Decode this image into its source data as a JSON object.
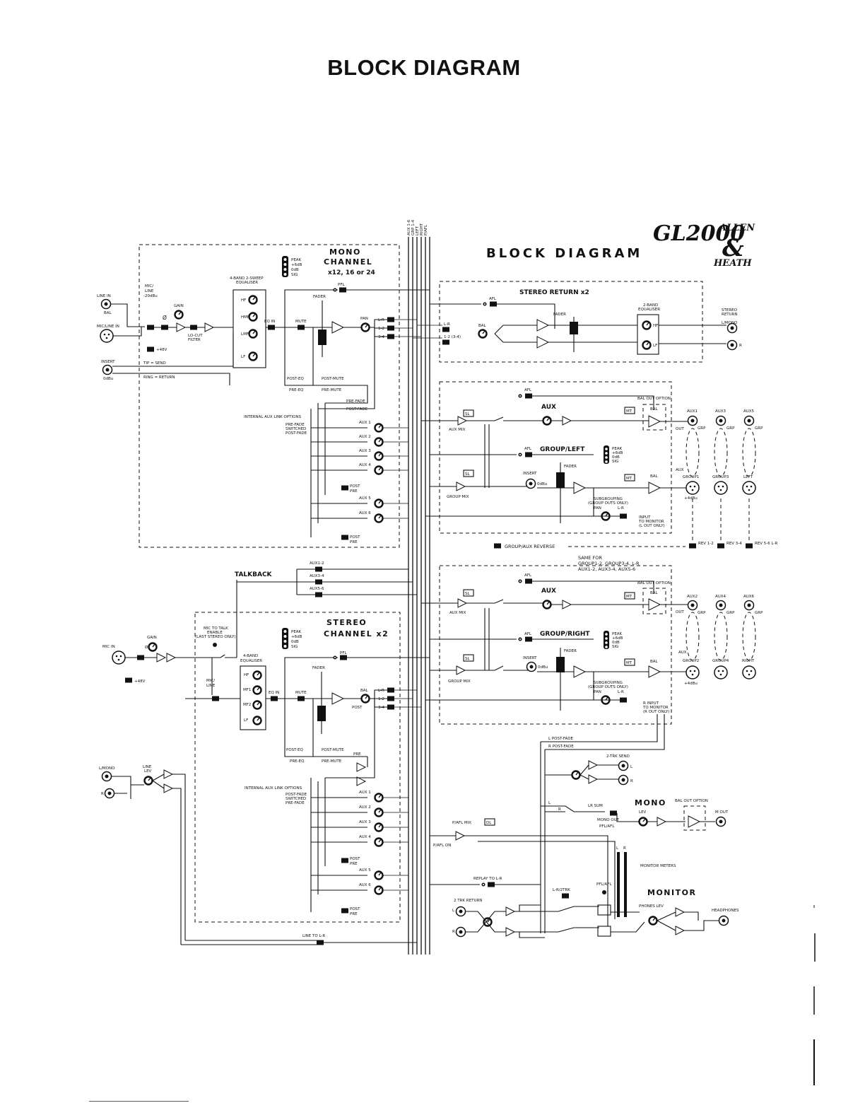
{
  "page_title": "BLOCK DIAGRAM",
  "header": {
    "diagram_title": "BLOCK DIAGRAM",
    "model": "GL2000",
    "brand_top": "ALLEN",
    "brand_amp": "&",
    "brand_bottom": "HEATH",
    "bus_labels": [
      "AUX 1-6",
      "GRP 1-4",
      "LEFT",
      "RIGHT",
      "P/AFL"
    ]
  },
  "mono_channel": {
    "title_line1": "MONO",
    "title_line2": "CHANNEL",
    "title_line3": "x12, 16 or 24",
    "line_in": "LINE IN",
    "bal": "BAL",
    "mic_line_in": "MIC/LINE IN",
    "mic_line": "MIC/",
    "line": "LINE",
    "minus20": "-20dBu",
    "gain": "GAIN",
    "phase": "Ø",
    "lo_cut": "LO-CUT",
    "filter": "FILTER",
    "phantom": "+48V",
    "insert": "INSERT",
    "insert_level": "0dBu",
    "tip_send": "TIP = SEND",
    "ring_return": "RING = RETURN",
    "eq_title": "4-BAND 2-SWEEP",
    "eq_sub": "EQUALISER",
    "eq_bands": [
      "HF",
      "HMF",
      "LMF",
      "LF"
    ],
    "eq_in": "EQ IN",
    "mute": "MUTE",
    "fader": "FADER",
    "pan": "PAN",
    "pfl": "PFL",
    "meter_labels": [
      "PEAK",
      "+6dB",
      "0dB",
      "SIG"
    ],
    "route_labels": [
      "L-R",
      "1-2",
      "3-4"
    ],
    "post_eq": "POST-EQ",
    "pre_eq": "PRE-EQ",
    "post_mute": "POST-MUTE",
    "pre_mute": "PRE-MUTE",
    "pre_fade": "PRE-FADE",
    "post_fade": "POST-FADE",
    "aux_link_title": "INTERNAL AUX LINK OPTIONS",
    "aux_link_1": "PRE-FADE",
    "aux_link_2": "SWITCHED",
    "aux_link_3": "POST-FADE",
    "aux_labels": [
      "AUX 1",
      "AUX 2",
      "AUX 3",
      "AUX 4",
      "AUX 5",
      "AUX 6"
    ],
    "post": "POST",
    "pre": "PRE"
  },
  "talkback": {
    "title": "TALKBACK",
    "aux_pairs": [
      "AUX1-2",
      "AUX3-4",
      "AUX5-6"
    ],
    "mic_in": "MIC IN",
    "gain": "GAIN",
    "phase": "Ø",
    "phantom": "+48V"
  },
  "stereo_channel": {
    "title_line1": "STEREO",
    "title_line2": "CHANNEL  x2",
    "mic_to_talk_1": "MIC TO TALK",
    "mic_to_talk_2": "ENABLE",
    "mic_to_talk_3": "(LAST STEREO ONLY)",
    "eq_title": "4-BAND",
    "eq_sub": "EQUALISER",
    "eq_bands": [
      "HF",
      "MF1",
      "MF2",
      "LF"
    ],
    "mic_line": "MIC/",
    "line": "LINE",
    "eq_in": "EQ IN",
    "mute": "MUTE",
    "fader": "FADER",
    "pfl": "PFL",
    "bal": "BAL",
    "post": "POST",
    "pre": "PRE",
    "meter_labels": [
      "PEAK",
      "+6dB",
      "0dB",
      "SIG"
    ],
    "route_labels": [
      "L-R",
      "1-2",
      "3-4"
    ],
    "l_mono": "L/MONO",
    "r": "R",
    "line_lev": "LINE",
    "lev": "LEV",
    "post_eq": "POST-EQ",
    "pre_eq": "PRE-EQ",
    "post_mute": "POST-MUTE",
    "pre_mute": "PRE-MUTE",
    "aux_link_title": "INTERNAL AUX LINK OPTIONS",
    "aux_link_1": "POST-FADE",
    "aux_link_2": "SWITCHED",
    "aux_link_3": "PRE-FADE",
    "aux_labels": [
      "AUX 1",
      "AUX 2",
      "AUX 3",
      "AUX 4",
      "AUX 5",
      "AUX 6"
    ],
    "line_to_lr": "LINE TO L-R"
  },
  "stereo_return": {
    "title": "STEREO RETURN  x2",
    "afl": "AFL",
    "routes": [
      "L-R",
      "1-2 (3-4)"
    ],
    "bal": "BAL",
    "fader": "FADER",
    "eq_title": "2-BAND",
    "eq_sub": "EQUALISER",
    "hf": "HF",
    "lf": "LF",
    "return_label_1": "STEREO",
    "return_label_2": "RETURN",
    "l_mono": "L/MONO",
    "r": "R"
  },
  "group_left": {
    "afl": "AFL",
    "aux": "AUX",
    "aux_mix": "AUX MIX",
    "sl": "SL",
    "mt": "MT",
    "bal_out": "BAL OUT OPTION",
    "bal": "BAL",
    "out": "OUT",
    "grp": "GRP",
    "aux_outs": [
      "AUX1",
      "AUX3",
      "AUX5"
    ],
    "group_title": "GROUP/LEFT",
    "insert": "INSERT",
    "insert_level": "0dBu",
    "fader": "FADER",
    "group_mix": "GROUP MIX",
    "meter_labels": [
      "PEAK",
      "+6dB",
      "0dB",
      "SIG"
    ],
    "subgrouping_1": "SUBGROUPING",
    "subgrouping_2": "(GROUP OUTS ONLY)",
    "pan": "PAN",
    "lr": "L-R",
    "monitor_1": "INPUT",
    "monitor_2": "TO MONITOR",
    "monitor_3": "(L OUT ONLY)",
    "group_outs": [
      "GROUP1",
      "GROUP3",
      "LEFT"
    ],
    "aux_short": "AUX",
    "level": "+4dBu",
    "rev_labels": [
      "REV 1-2",
      "REV 3-4",
      "REV 5-6 L-R"
    ]
  },
  "reverse": {
    "label": "GROUP/AUX REVERSE",
    "same_for_1": "SAME FOR",
    "same_for_2": "GROUP1-2, GROUP3-4, L-R",
    "same_for_3": "AUX1-2,  AUX3-4,  AUX5-6"
  },
  "group_right": {
    "afl": "AFL",
    "aux": "AUX",
    "aux_mix": "AUX MIX",
    "sl": "SL",
    "mt": "MT",
    "bal_out": "BAL OUT OPTION",
    "bal": "BAL",
    "out": "OUT",
    "grp": "GRP",
    "aux_outs": [
      "AUX2",
      "AUX4",
      "AUX6"
    ],
    "group_title": "GROUP/RIGHT",
    "insert": "INSERT",
    "insert_level": "0dBu",
    "fader": "FADER",
    "group_mix": "GROUP MIX",
    "meter_labels": [
      "PEAK",
      "+6dB",
      "0dB",
      "SIG"
    ],
    "subgrouping_1": "SUBGROUPING",
    "subgrouping_2": "(GROUP OUTS ONLY)",
    "pan": "PAN",
    "lr": "L-R",
    "monitor_1": "R INPUT",
    "monitor_2": "TO MONITOR",
    "monitor_3": "(R OUT ONLY)",
    "group_outs": [
      "GROUP2",
      "GROUP4",
      "RIGHT"
    ],
    "aux_short": "AUX",
    "level": "+4dBu"
  },
  "master": {
    "l_post_fade": "L POST-FADE",
    "r_post_fade": "R POST-FADE",
    "two_trk_send": "2-TRK SEND",
    "l": "L",
    "r": "R",
    "lr_sum": "LR SUM",
    "mono": "MONO",
    "lev": "LEV",
    "bal_out": "BAL OUT OPTION",
    "m_out": "M OUT",
    "mono_out_1": "MONO OUT",
    "mono_out_2": "PFL/AFL",
    "pafl_mix": "P/AFL MIX",
    "dl": "DL",
    "pafl_on": "P/AFL ON",
    "monitor_meters": "MONITOR METERS",
    "replay_to_lr": "REPLAY TO L-R",
    "two_trk_return": "2 TRK RETURN",
    "lr_2trk": "L-R/2TRK",
    "pfl_afl": "PFL/AFL",
    "monitor": "MONITOR",
    "phones_lev": "PHONES LEV",
    "headphones": "HEADPHONES"
  }
}
